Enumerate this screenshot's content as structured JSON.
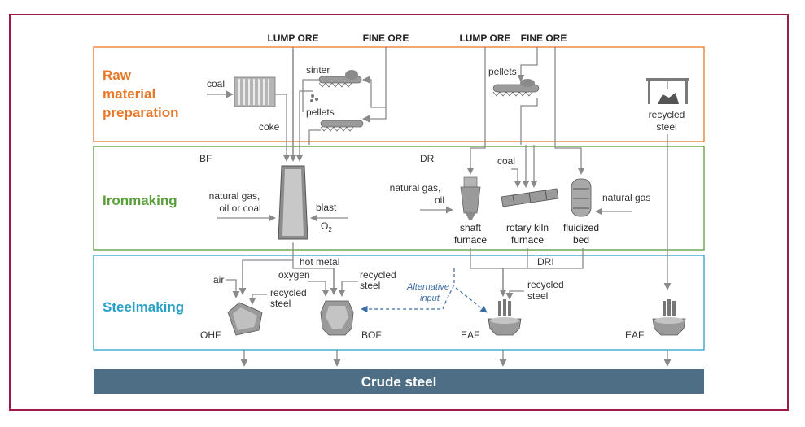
{
  "colors": {
    "frame": "#a0174b",
    "raw": "#e8782a",
    "iron": "#5a9e3a",
    "steel": "#2aa0c8",
    "bar": "#4d6e84",
    "alt": "#3a6ea5"
  },
  "top_inputs": {
    "lump_ore_1": "LUMP ORE",
    "fine_ore_1": "FINE ORE",
    "lump_ore_2": "LUMP ORE",
    "fine_ore_2": "FINE ORE"
  },
  "sections": {
    "raw": [
      "Raw",
      "material",
      "preparation"
    ],
    "iron": "Ironmaking",
    "steel": "Steelmaking"
  },
  "raw_labels": {
    "coal": "coal",
    "coke": "coke",
    "sinter": "sinter",
    "pellets_left": "pellets",
    "pellets_right": "pellets",
    "recycled_steel": [
      "recycled",
      "steel"
    ]
  },
  "iron_labels": {
    "bf": "BF",
    "dr": "DR",
    "natural_gas_oil_coal": [
      "natural gas,",
      "oil or coal"
    ],
    "blast": "blast",
    "o2": "O",
    "o2_sub": "2",
    "natural_gas_oil": [
      "natural gas,",
      "oil"
    ],
    "coal": "coal",
    "natural_gas": "natural gas",
    "shaft_furnace": [
      "shaft",
      "furnace"
    ],
    "rotary_kiln": [
      "rotary kiln",
      "furnace"
    ],
    "fluidized_bed": [
      "fluidized",
      "bed"
    ]
  },
  "steel_labels": {
    "hot_metal": "hot metal",
    "dri": "DRI",
    "air": "air",
    "recycled_steel_ohf": [
      "recycled",
      "steel"
    ],
    "oxygen": "oxygen",
    "recycled_steel_bof": [
      "recycled",
      "steel"
    ],
    "alternative_input": [
      "Alternative",
      "input"
    ],
    "recycled_steel_eaf": [
      "recycled",
      "steel"
    ],
    "ohf": "OHF",
    "bof": "BOF",
    "eaf_1": "EAF",
    "eaf_2": "EAF"
  },
  "output": "Crude steel"
}
